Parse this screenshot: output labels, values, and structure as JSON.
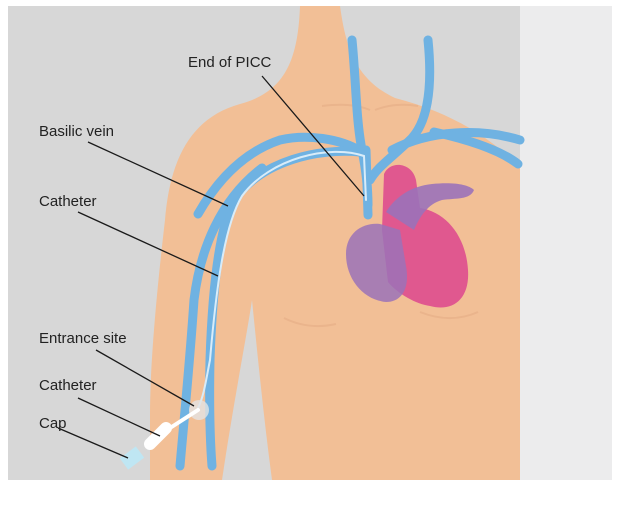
{
  "colors": {
    "panel": "#d7d7d7",
    "side_panel": "#ececed",
    "skin": "#f2bf96",
    "skin_shadow": "#eab48c",
    "vein": "#6fb2e2",
    "vein_light": "#b9dcf3",
    "heart": "#e0588f",
    "heart_overlay": "#9b72b9",
    "leader_line": "#1a1a1a"
  },
  "labels": {
    "end_of_picc": "End of PICC",
    "basilic_vein": "Basilic vein",
    "catheter_upper": "Catheter",
    "entrance_site": "Entrance site",
    "catheter_lower": "Catheter",
    "cap": "Cap"
  }
}
